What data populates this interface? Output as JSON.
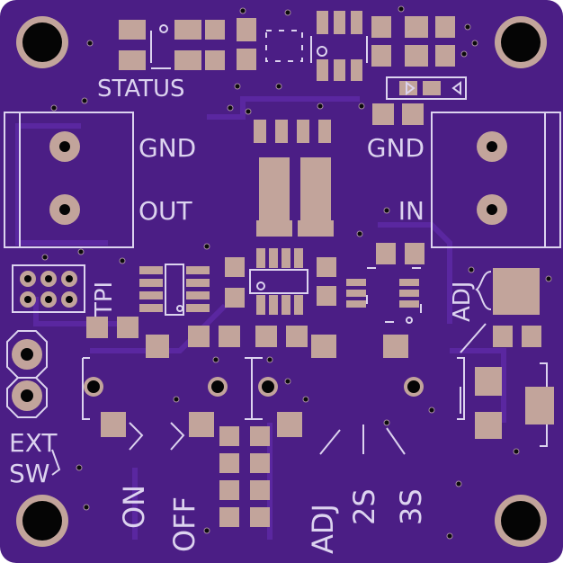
{
  "board": {
    "colors": {
      "soldermask": "#4b1e85",
      "copper_pour": "#54259a",
      "pad": "#c2a49b",
      "silkscreen": "#dcd3ef",
      "hole": "#050505",
      "trace": "#5d2aa8"
    }
  },
  "labels": {
    "status": "STATUS",
    "gnd_left": "GND",
    "out": "OUT",
    "gnd_right": "GND",
    "in": "IN",
    "tpi": "TPI",
    "adj_pot": "ADJ",
    "ext": "EXT",
    "sw": "SW",
    "on": "ON",
    "off": "OFF",
    "adj_select": "ADJ",
    "two_s": "2S",
    "three_s": "3S"
  }
}
